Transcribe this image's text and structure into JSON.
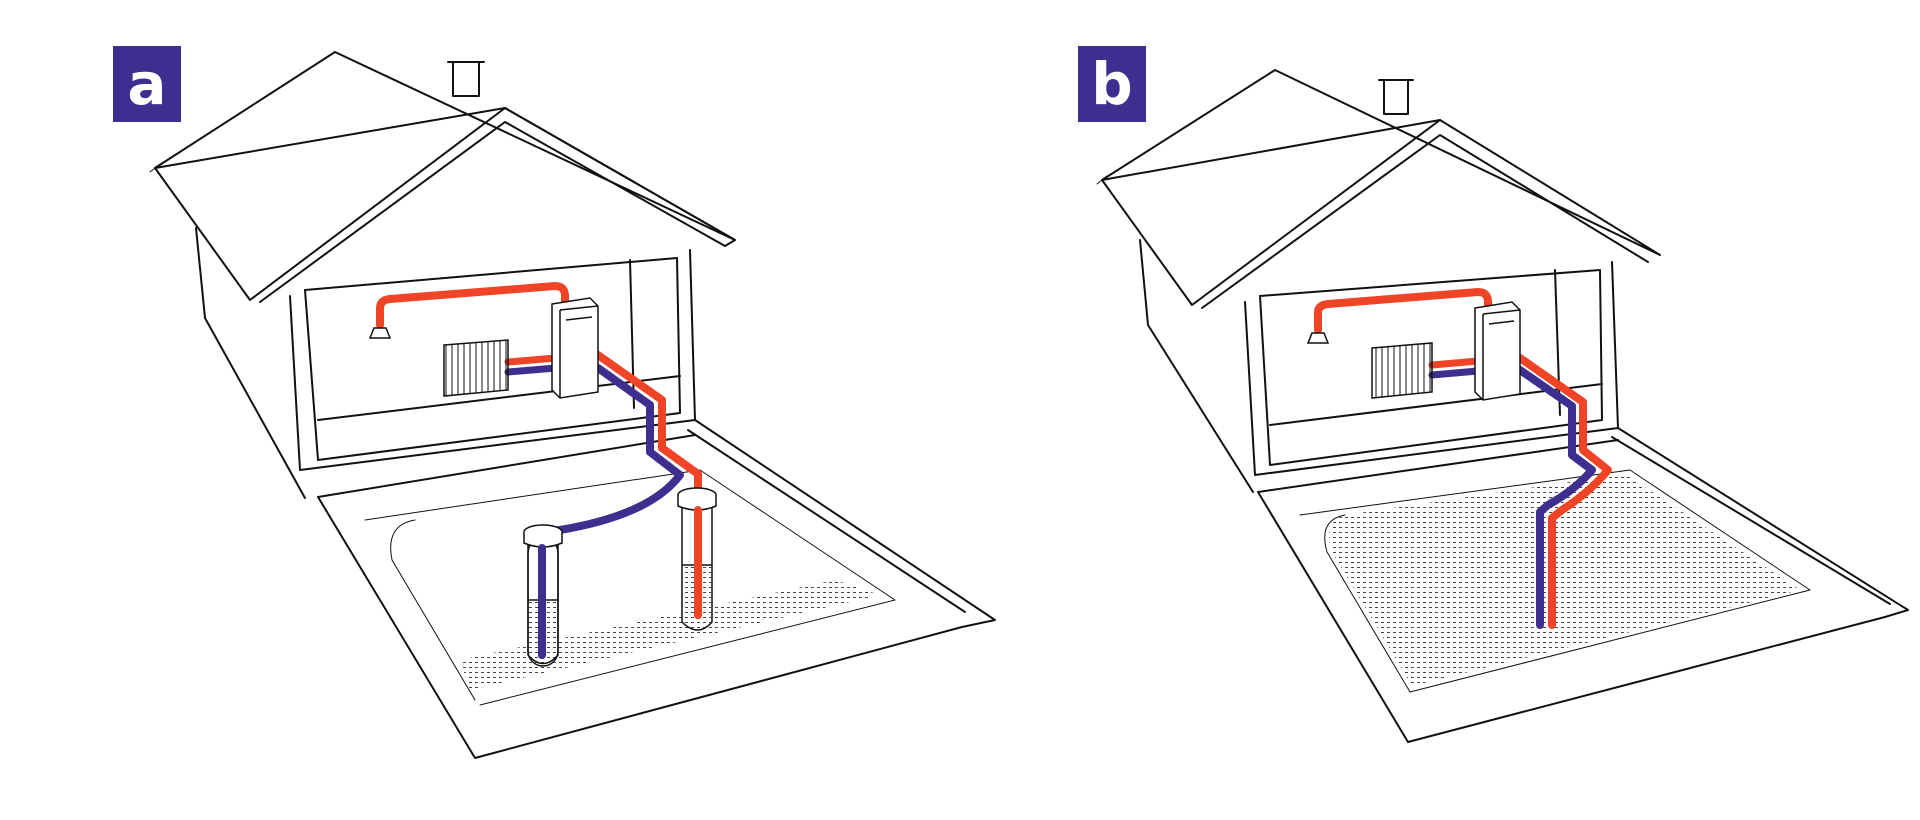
{
  "panels": [
    {
      "id": "a",
      "label": "a",
      "scene": "house-with-vertical-ground-boreholes"
    },
    {
      "id": "b",
      "label": "b",
      "scene": "house-with-horizontal-ground-collector"
    }
  ],
  "colors": {
    "label_bg": "#3d2f90",
    "hot_pipe": "#ef4426",
    "cold_pipe": "#3d2f90",
    "outline": "#111111"
  },
  "icons": [
    "lamp-icon",
    "radiator-icon",
    "heat-pump-unit-icon",
    "chimney-icon",
    "borehole-cap-icon"
  ]
}
